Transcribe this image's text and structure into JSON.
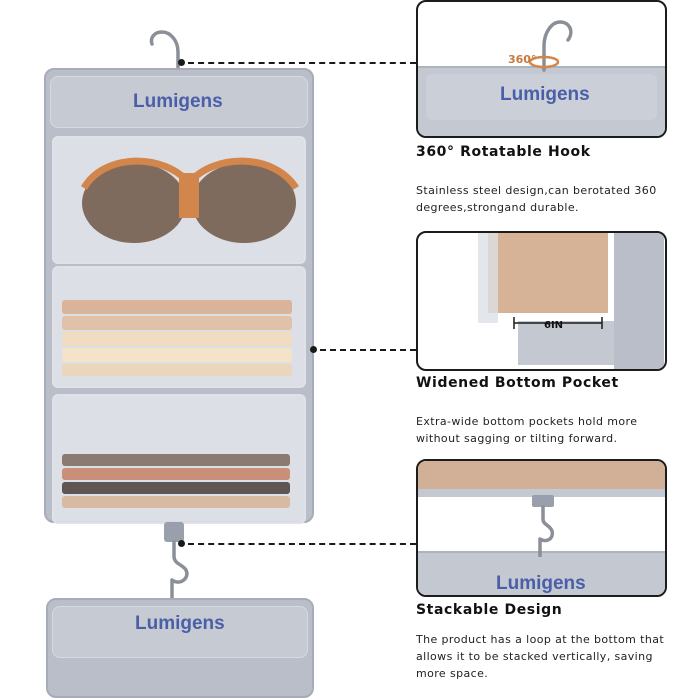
{
  "brand": {
    "name": "Lumigens"
  },
  "features": [
    {
      "title": "360° Rotatable Hook",
      "description": "Stainless steel design,can berotated 360 degrees,strongand durable.",
      "rotation_badge": "360°"
    },
    {
      "title": "Widened Bottom Pocket",
      "description": "Extra-wide bottom pockets hold more without sagging or tilting forward.",
      "measure_label": "6IN"
    },
    {
      "title": "Stackable Design",
      "description": "The product has a loop at the bottom that allows it to be stacked vertically, saving more space."
    }
  ],
  "colors": {
    "fabric": "#b9bec8",
    "brand_text": "#4a5fa8",
    "accent_orange": "#d2864b"
  }
}
